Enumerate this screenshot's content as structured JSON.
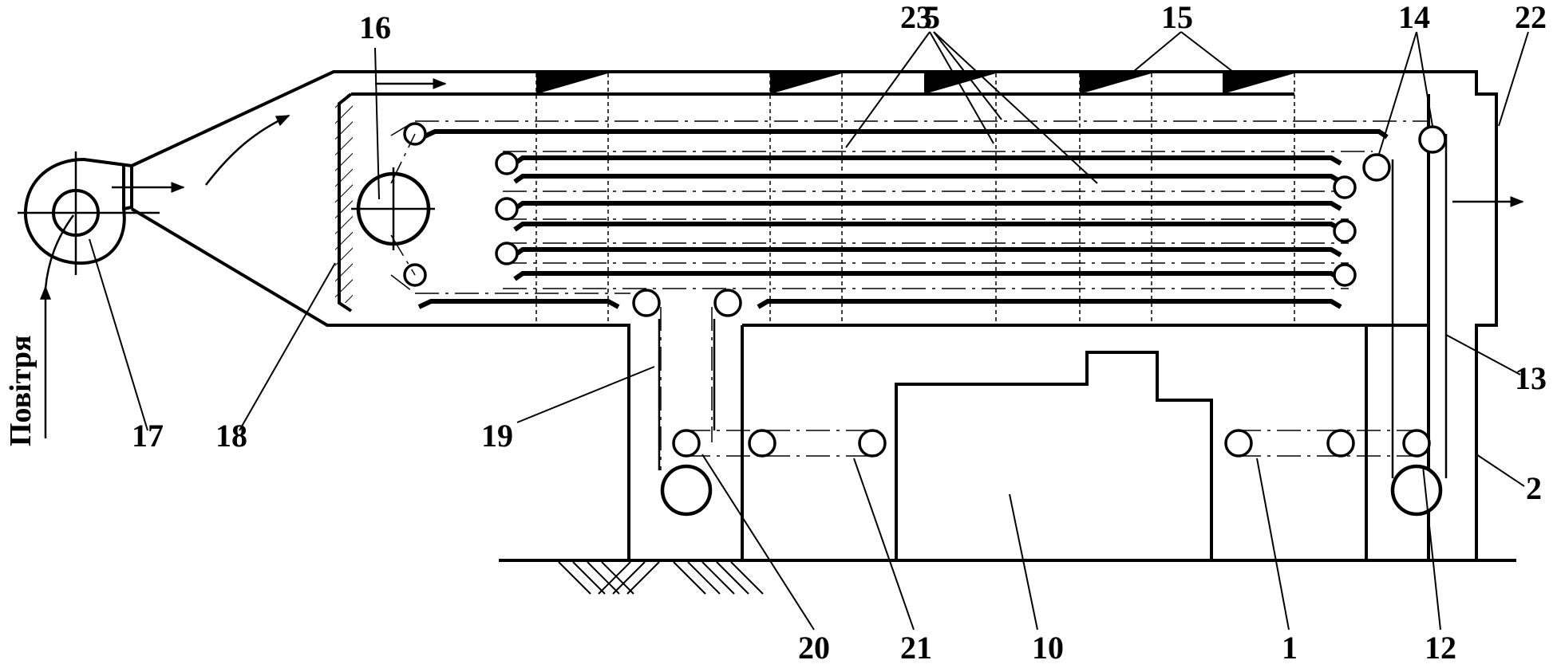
{
  "diagram": {
    "air_label": "Повітря",
    "labels": {
      "l1": "1",
      "l2": "2",
      "l5": "5",
      "l10": "10",
      "l12": "12",
      "l13": "13",
      "l14": "14",
      "l15": "15",
      "l16": "16",
      "l17": "17",
      "l18": "18",
      "l19": "19",
      "l20": "20",
      "l21": "21",
      "l22": "22",
      "l23": "23"
    }
  }
}
